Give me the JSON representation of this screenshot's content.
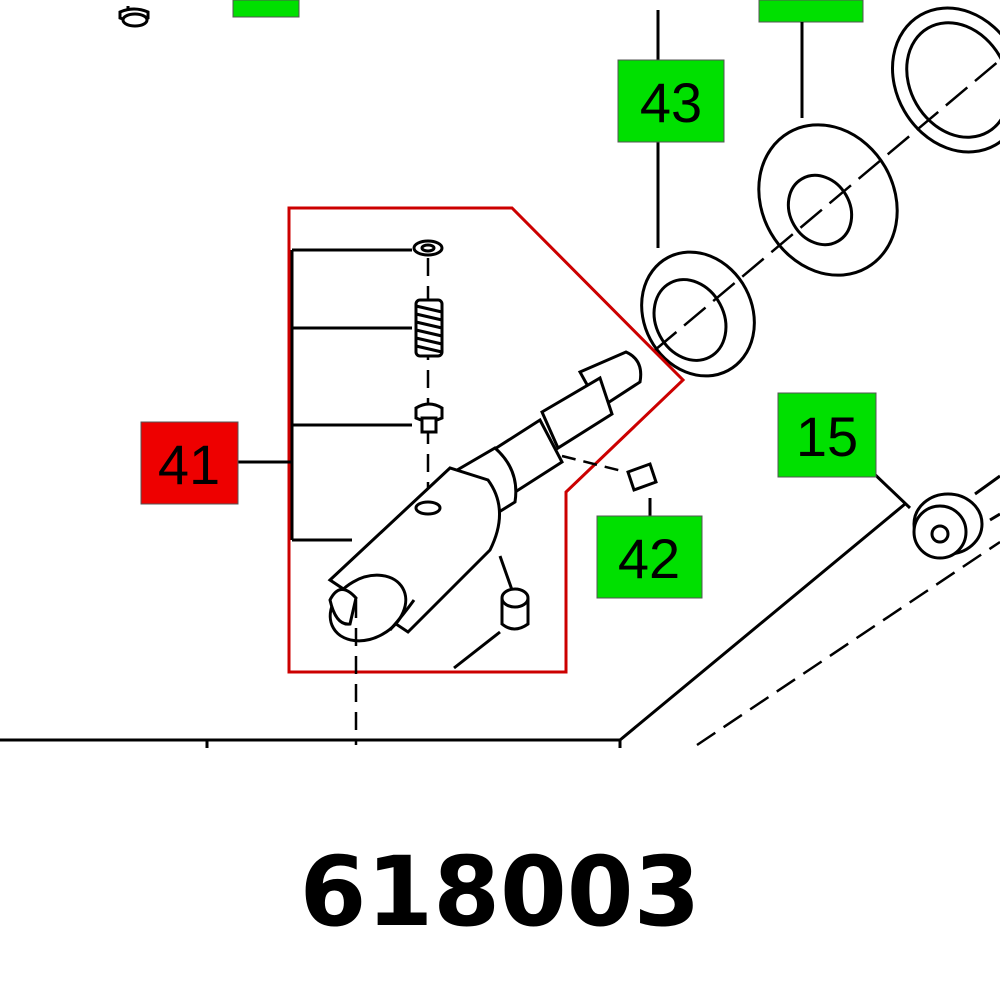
{
  "callouts": {
    "c41": {
      "label": "41",
      "color": "#ee0000"
    },
    "c43": {
      "label": "43",
      "color": "#00e000"
    },
    "c15": {
      "label": "15",
      "color": "#00e000"
    },
    "c42": {
      "label": "42",
      "color": "#00e000"
    }
  },
  "part_number": "618003",
  "colors": {
    "ink": "#000000",
    "highlight_outline": "#cc0000",
    "background": "#ffffff"
  }
}
